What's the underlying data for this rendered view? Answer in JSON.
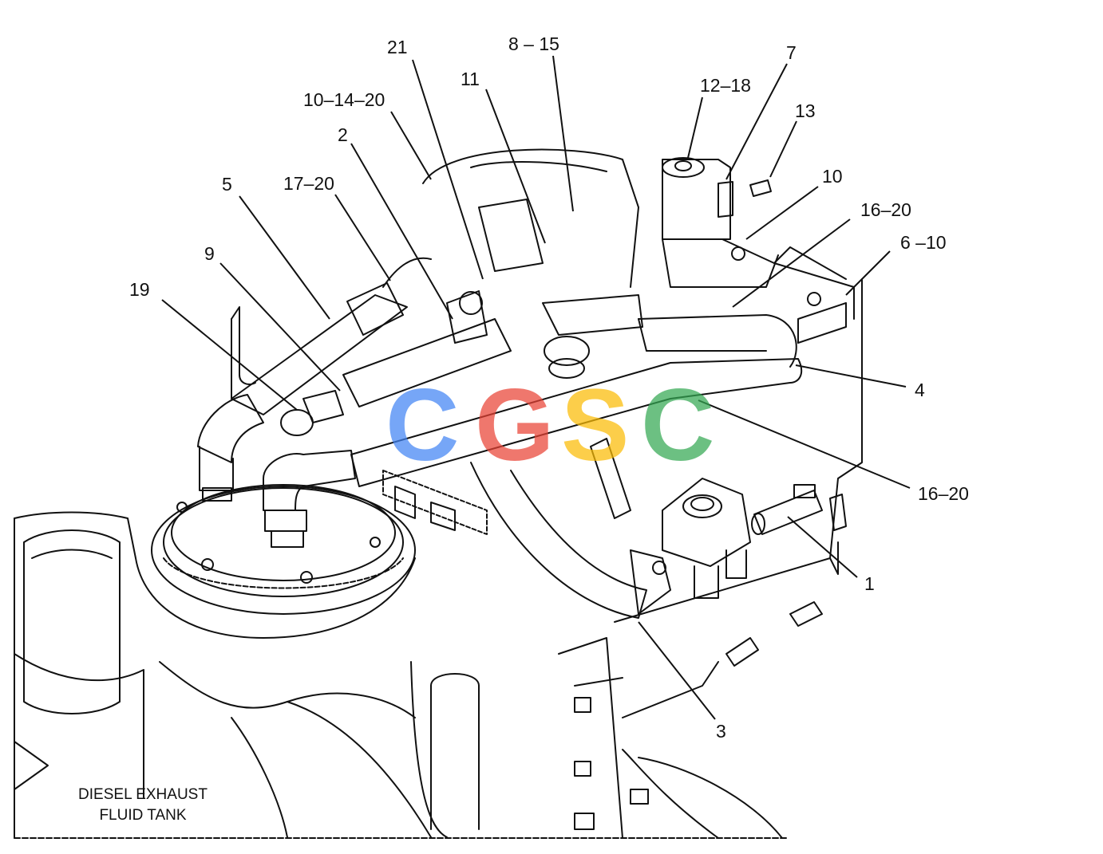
{
  "callouts": [
    {
      "id": "c21",
      "text": "21"
    },
    {
      "id": "c8_15",
      "text": "8 – 15"
    },
    {
      "id": "c11",
      "text": "11"
    },
    {
      "id": "c10_14_20",
      "text": "10–14–20"
    },
    {
      "id": "c12_18",
      "text": "12–18"
    },
    {
      "id": "c7",
      "text": "7"
    },
    {
      "id": "c13",
      "text": "13"
    },
    {
      "id": "c2",
      "text": "2"
    },
    {
      "id": "c10",
      "text": "10"
    },
    {
      "id": "c5",
      "text": "5"
    },
    {
      "id": "c17_20",
      "text": "17–20"
    },
    {
      "id": "c16_20_top",
      "text": "16–20"
    },
    {
      "id": "c6_10",
      "text": "6 –10"
    },
    {
      "id": "c9",
      "text": "9"
    },
    {
      "id": "c19",
      "text": "19"
    },
    {
      "id": "c4",
      "text": "4"
    },
    {
      "id": "c16_20_bottom",
      "text": "16–20"
    },
    {
      "id": "c1",
      "text": "1"
    },
    {
      "id": "c3",
      "text": "3"
    }
  ],
  "tank_label": {
    "line1": "DIESEL EXHAUST",
    "line2": "FLUID TANK"
  },
  "watermark": {
    "letters": [
      "C",
      "G",
      "S",
      "C"
    ],
    "colors": [
      "#4285f4",
      "#ea4335",
      "#fbbc05",
      "#34a853"
    ]
  }
}
